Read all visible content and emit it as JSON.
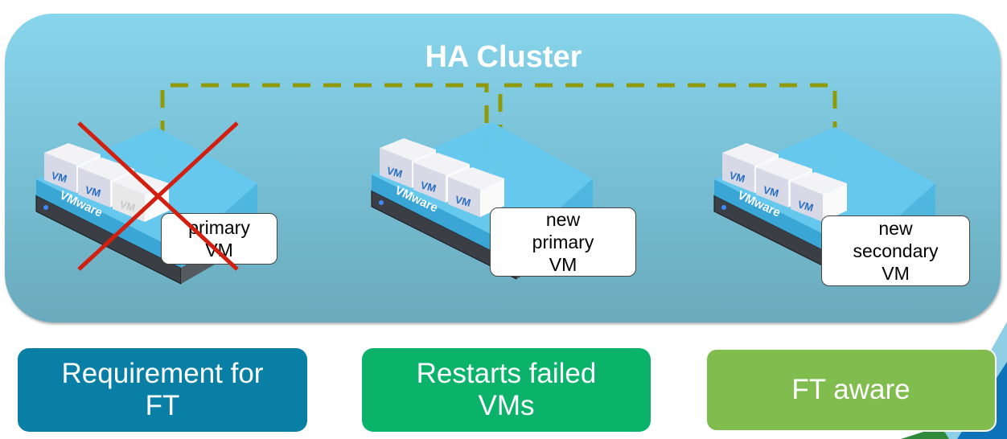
{
  "cluster_title": "HA Cluster",
  "servers": [
    {
      "brand": "VMware",
      "vm_label": "VM",
      "label": "primary VM",
      "failed": true
    },
    {
      "brand": "VMware",
      "vm_label": "VM",
      "label": "new primary VM",
      "failed": false
    },
    {
      "brand": "VMware",
      "vm_label": "VM",
      "label": "new secondary VM",
      "failed": false
    }
  ],
  "roles": [
    {
      "text": "Requirement for FT",
      "color": "#0a7fa5"
    },
    {
      "text": "Restarts failed VMs",
      "color": "#0bb36a"
    },
    {
      "text": "FT aware",
      "color": "#80bd4e"
    }
  ],
  "colors": {
    "link": "#8f9a0b",
    "fail_mark": "#d21f0f"
  }
}
